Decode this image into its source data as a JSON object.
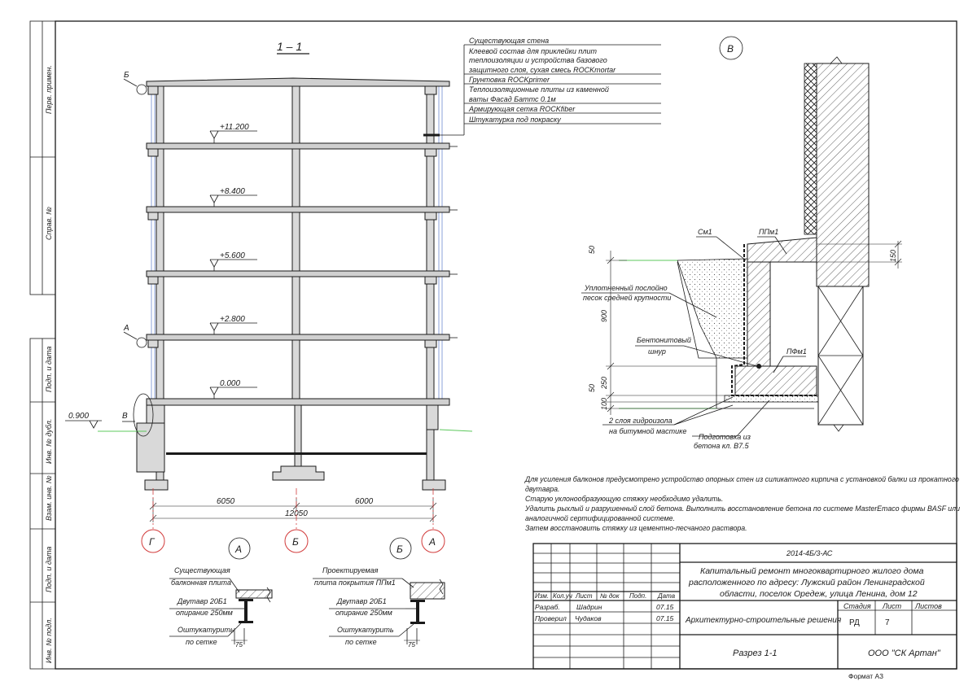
{
  "section": {
    "title": "1 – 1",
    "levels": [
      "+11.200",
      "+8.400",
      "+5.600",
      "+2.800",
      "0.000"
    ],
    "ground_level": "0.900",
    "axis_letters": [
      "Б",
      "А",
      "В"
    ],
    "dims": {
      "left": "6050",
      "right": "6000",
      "total": "12050"
    },
    "grid_axes": [
      "Г",
      "Б",
      "А"
    ],
    "layers": [
      "Существующая стена",
      "Клеевой состав для приклейки плит",
      "теплоизоляции и устройства базового",
      "защитного слоя, сухая смесь ROCKmortar",
      "Грунтовка ROCKprimer",
      "Теплоизоляционные плиты из каменной",
      "ваты Фасад Баттс 0.1м",
      "Армирующая сетка ROCKfiber",
      "Штукатурка под покраску"
    ]
  },
  "detail_v": {
    "bubble": "В",
    "labels": {
      "sm1": "См1",
      "ppm1": "ППм1",
      "pfm1": "ПФм1",
      "sand_1": "Уплотненный послойно",
      "sand_2": "песок средней крупности",
      "bent_1": "Бентонитовый",
      "bent_2": "шнур",
      "hydro_1": "2 слоя гидроизола",
      "hydro_2": "на битумной мастике",
      "prep_1": "Подготовка из",
      "prep_2": "бетона кл. В7.5"
    },
    "dims": {
      "d50a": "50",
      "d900": "900",
      "d50b": "50",
      "d250": "250",
      "d100": "100",
      "d150": "150"
    }
  },
  "detail_a": {
    "bubble": "А",
    "label1_1": "Существующая",
    "label1_2": "балконная плита",
    "label2_1": "Двутавр 20Б1",
    "label2_2": "опирание 250мм",
    "label3_1": "Оштукатурить",
    "label3_2": "по сетке",
    "dim": "75"
  },
  "detail_b": {
    "bubble": "Б",
    "label1_1": "Проектируемая",
    "label1_2": "плита покрытия ППм1",
    "label2_1": "Двутавр 20Б1",
    "label2_2": "опирание 250мм",
    "label3_1": "Оштукатурить",
    "label3_2": "по сетке",
    "dim": "75"
  },
  "notes": [
    "Для усиления балконов предусмотрено устройство опорных стен из силикатного кирпича с установкой балки из прокатного",
    "двутавра.",
    "Старую уклонообразующую стяжку необходимо удалить.",
    "Удалить рыхлый и разрушенный слой бетона. Выполнить восстановление бетона по системе MasterEmaco фирмы BASF или",
    "аналогичной сертифицированной системе.",
    "Затем восстановить стяжку из цементно-песчаного раствора."
  ],
  "side_stamp": [
    "Перв. примен.",
    "Справ. №",
    "Подп. и дата",
    "Инв. № дубл.",
    "Взам. инв. №",
    "Подп. и дата",
    "Инв. № подл."
  ],
  "title_block": {
    "code": "2014-4Б/3-АС",
    "project": [
      "Капитальный ремонт многоквартирного жилого дома",
      "расположенного по адресу: Лужский район Ленинградской",
      "области, поселок Оредеж, улица Ленина, дом 12"
    ],
    "headers": [
      "Изм.",
      "Кол.уч",
      "Лист",
      "№ док",
      "Подп.",
      "Дата"
    ],
    "rows": [
      {
        "role": "Разраб.",
        "name": "Шадрин",
        "date": "07.15"
      },
      {
        "role": "Проверил",
        "name": "Чудаков",
        "date": "07.15"
      }
    ],
    "stage_headers": [
      "Стадия",
      "Лист",
      "Листов"
    ],
    "stage": "РД",
    "sheet_no": "7",
    "section_name": "Архитектурно-строительные решения",
    "drawing_name": "Разрез 1-1",
    "company": "ООО \"СК Артан\"",
    "format": "Формат А3"
  }
}
